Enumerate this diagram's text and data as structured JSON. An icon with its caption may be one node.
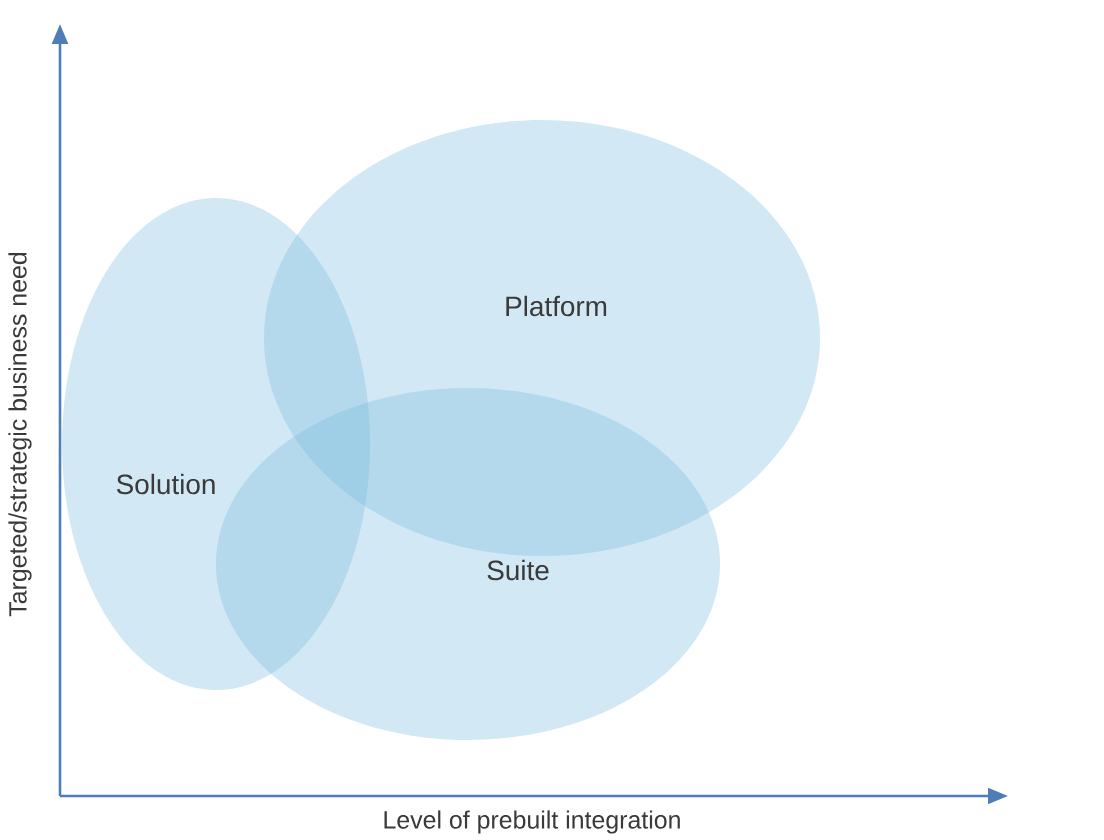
{
  "diagram": {
    "nodes": [
      {
        "text": [
          "Platform"
        ]
      },
      {
        "text": [
          "Solution"
        ]
      },
      {
        "text": [
          "Suite"
        ]
      }
    ],
    "labels": [
      "Targeted/strategic business need",
      "Level of prebuilt integration"
    ]
  }
}
